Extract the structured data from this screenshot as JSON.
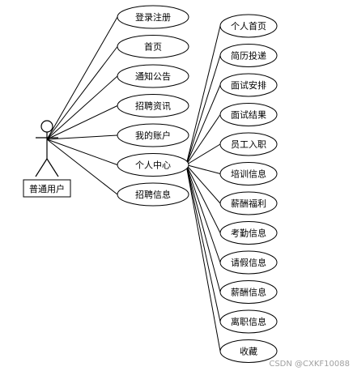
{
  "actor": {
    "label": "普通用户"
  },
  "primary_use_cases": [
    {
      "label": "登录注册"
    },
    {
      "label": "首页"
    },
    {
      "label": "通知公告"
    },
    {
      "label": "招聘资讯"
    },
    {
      "label": "我的账户"
    },
    {
      "label": "个人中心"
    },
    {
      "label": "招聘信息"
    }
  ],
  "sub_use_cases": [
    {
      "label": "个人首页"
    },
    {
      "label": "简历投递"
    },
    {
      "label": "面试安排"
    },
    {
      "label": "面试结果"
    },
    {
      "label": "员工入职"
    },
    {
      "label": "培训信息"
    },
    {
      "label": "薪酬福利"
    },
    {
      "label": "考勤信息"
    },
    {
      "label": "请假信息"
    },
    {
      "label": "薪酬信息"
    },
    {
      "label": "离职信息"
    },
    {
      "label": "收藏"
    }
  ],
  "watermark": "CSDN @CXKF10088"
}
